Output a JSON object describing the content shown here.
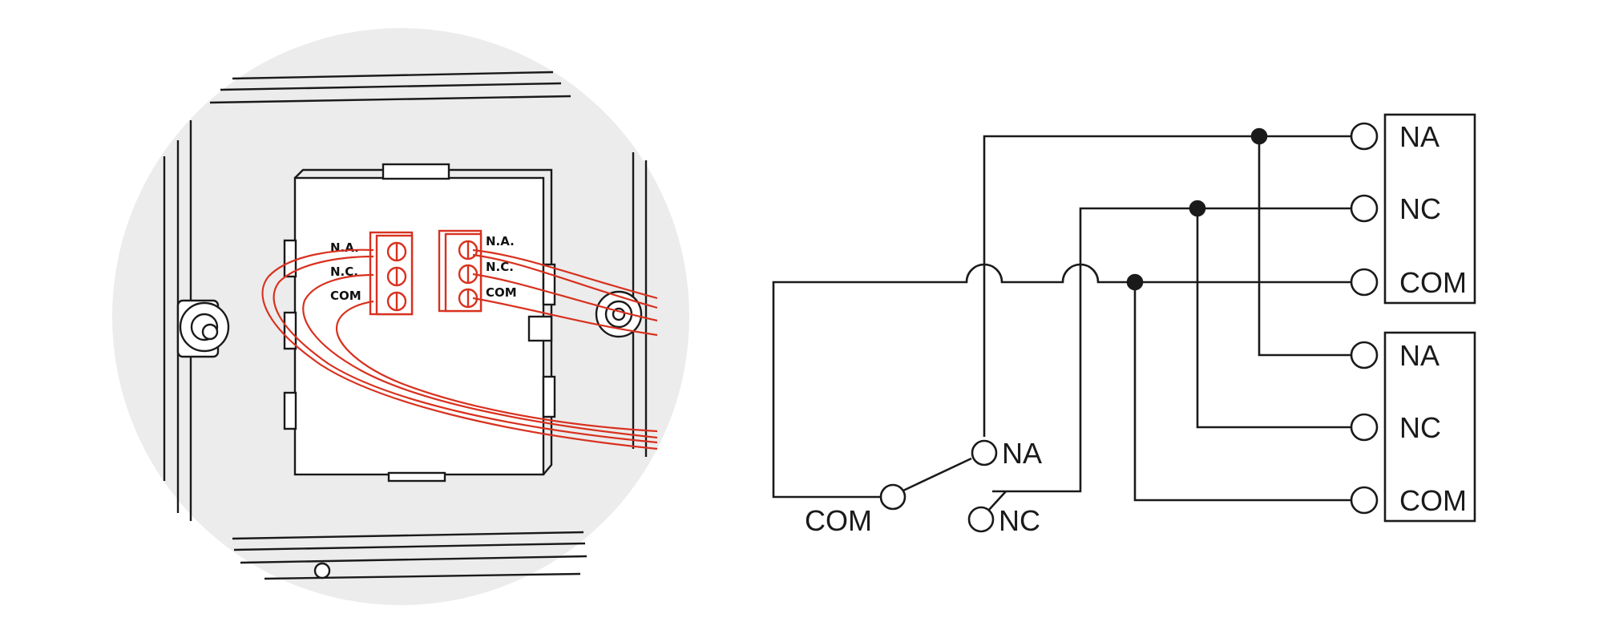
{
  "illustration": {
    "left_block_labels": [
      "N.A.",
      "N.C.",
      "COM"
    ],
    "right_block_labels": [
      "N.A.",
      "N.C.",
      "COM"
    ],
    "wire_color": "#d8311f",
    "background_circle_color": "#ececec"
  },
  "schematic": {
    "switch_labels": {
      "com": "COM",
      "na": "NA",
      "nc": "NC"
    },
    "relay_1": [
      "NA",
      "NC",
      "COM"
    ],
    "relay_2": [
      "NA",
      "NC",
      "COM"
    ],
    "line_color": "#1a1a1a"
  }
}
